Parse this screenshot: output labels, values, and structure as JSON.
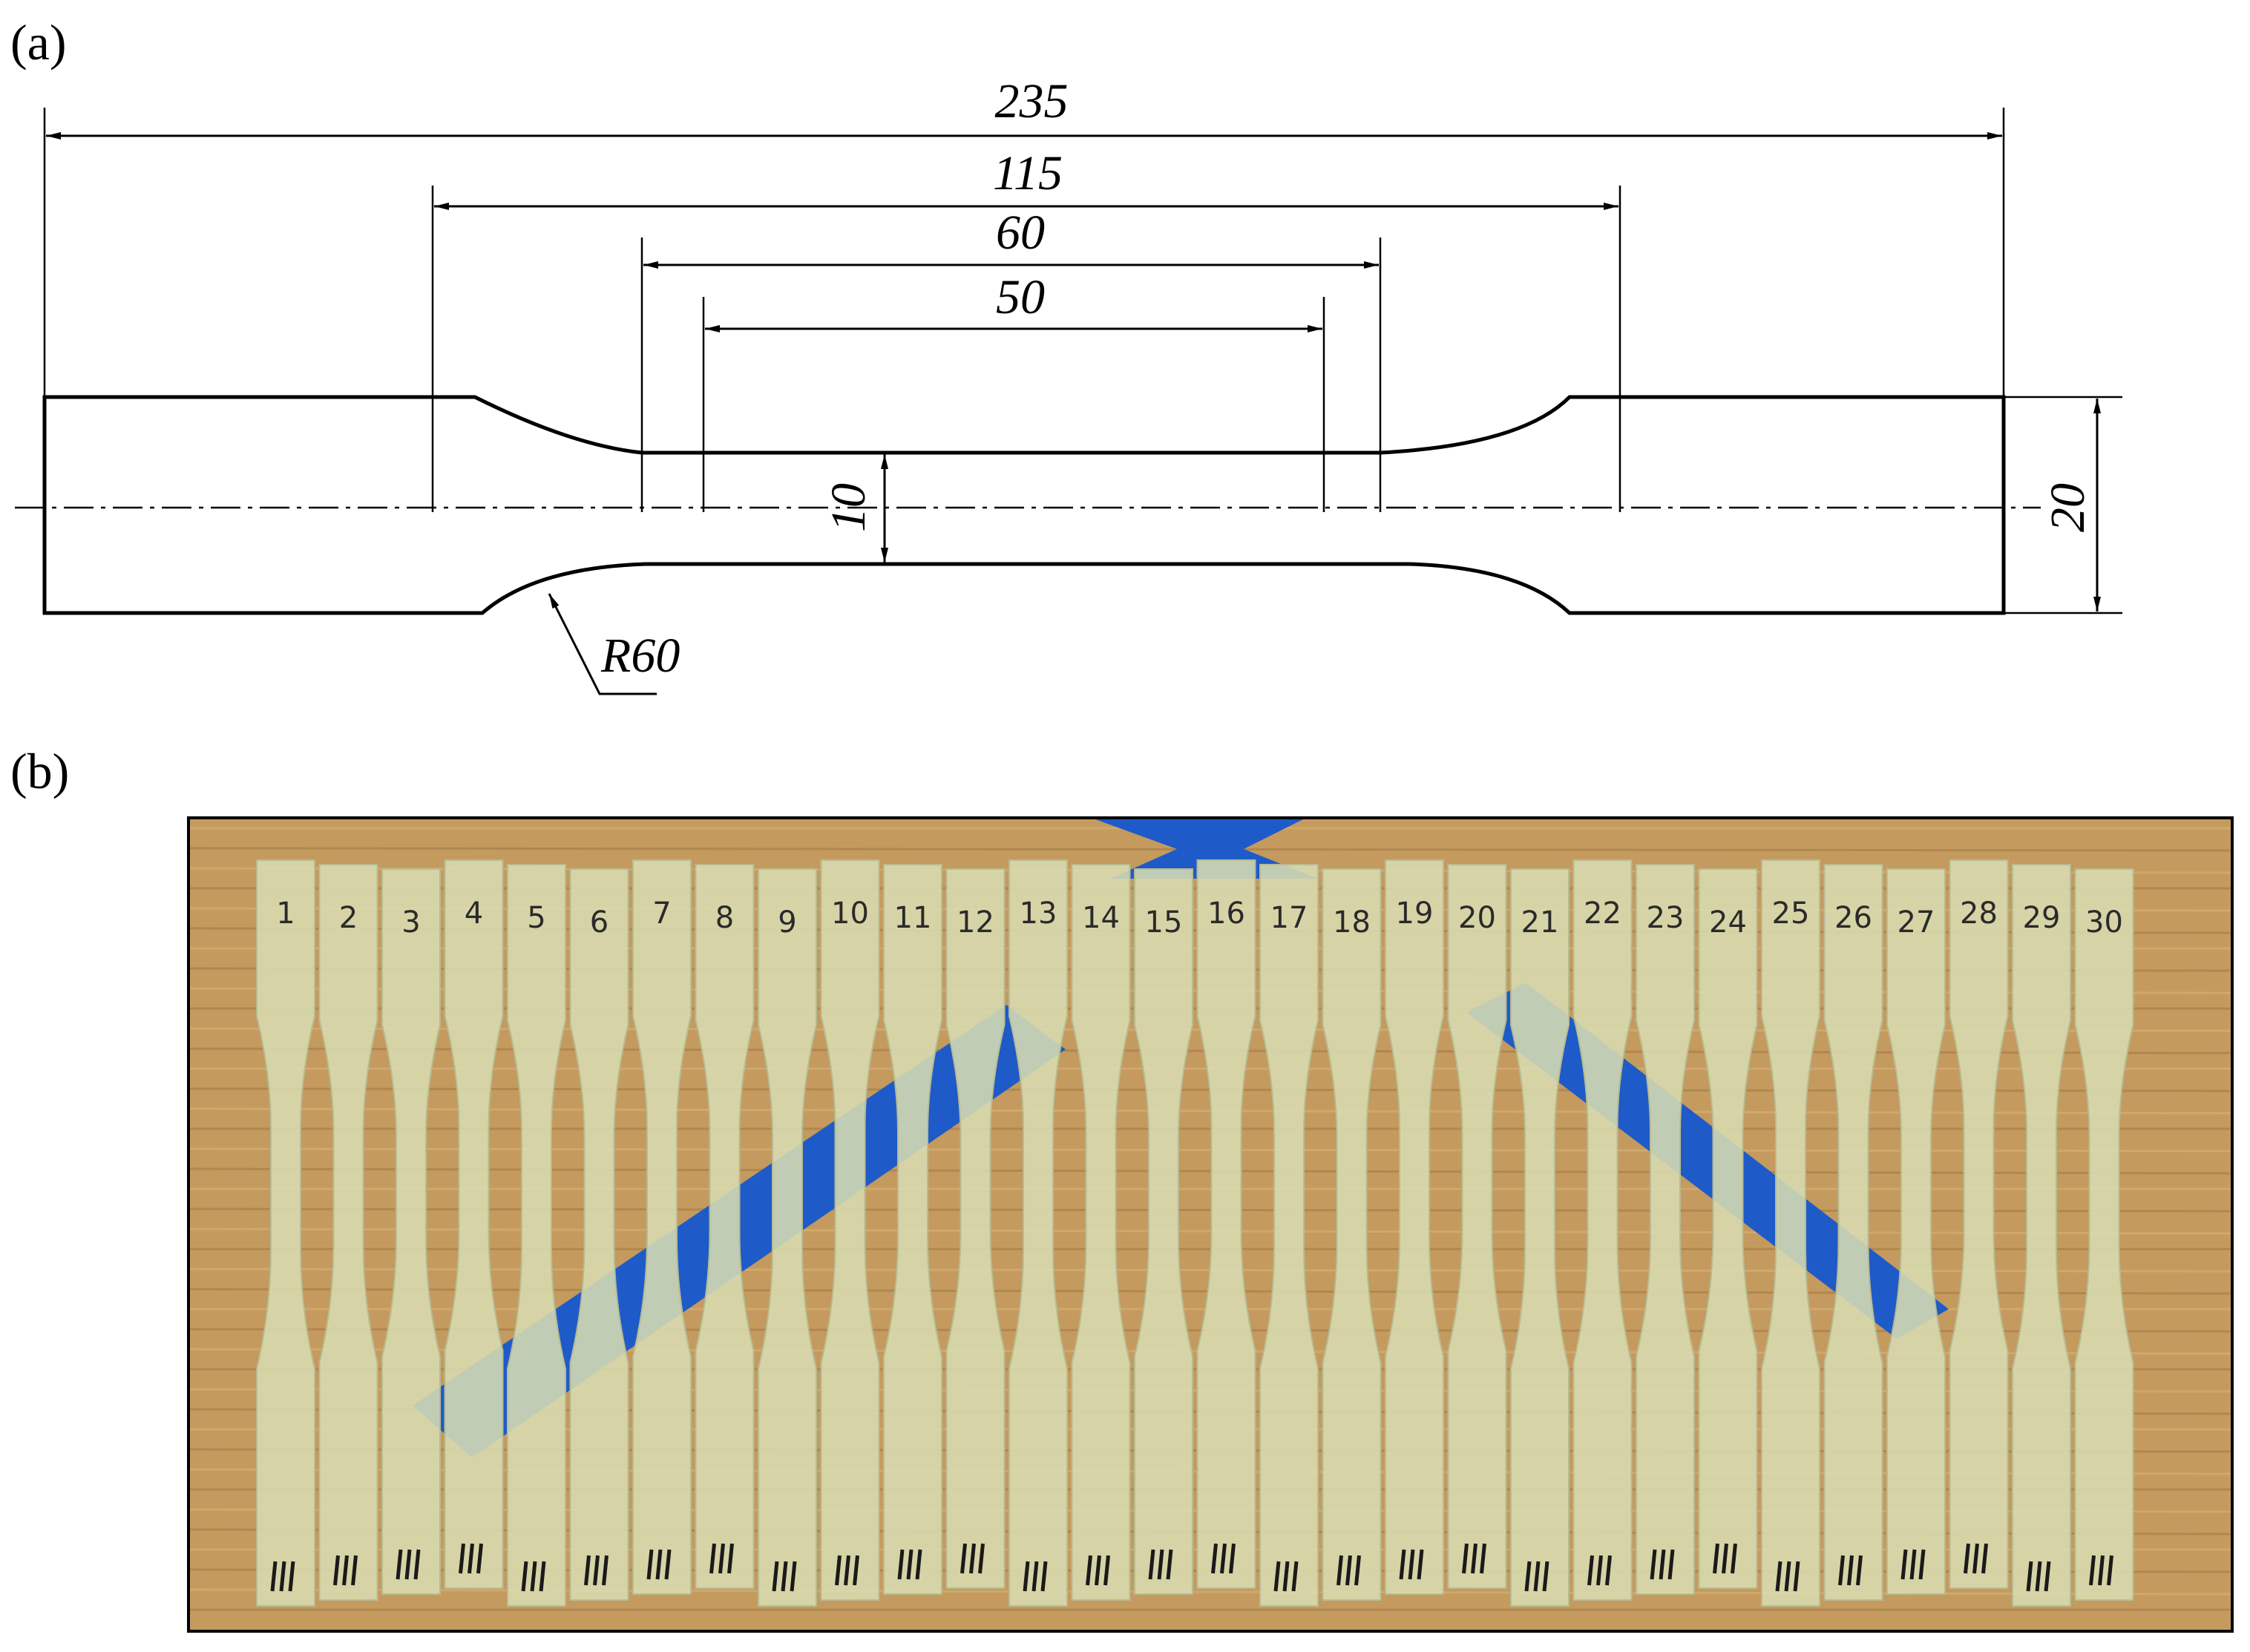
{
  "panels": {
    "a": {
      "label": "(a)"
    },
    "b": {
      "label": "(b)"
    }
  },
  "drawing": {
    "dimensions": {
      "total_length": "235",
      "grip_to_grip": "115",
      "parallel_length": "60",
      "gauge_length": "50",
      "narrow_width": "10",
      "grip_width": "20",
      "fillet_radius": "R60"
    }
  },
  "photo": {
    "specimen_numbers": [
      "1",
      "2",
      "3",
      "4",
      "5",
      "6",
      "7",
      "8",
      "9",
      "10",
      "11",
      "12",
      "13",
      "14",
      "15",
      "16",
      "17",
      "18",
      "19",
      "20",
      "21",
      "22",
      "23",
      "24",
      "25",
      "26",
      "27",
      "28",
      "29",
      "30"
    ],
    "colors": {
      "wood": "#c49a5e",
      "specimen": "#d8dcb0",
      "tape": "#1e5bc8",
      "marker": "#1a1a1a"
    }
  }
}
